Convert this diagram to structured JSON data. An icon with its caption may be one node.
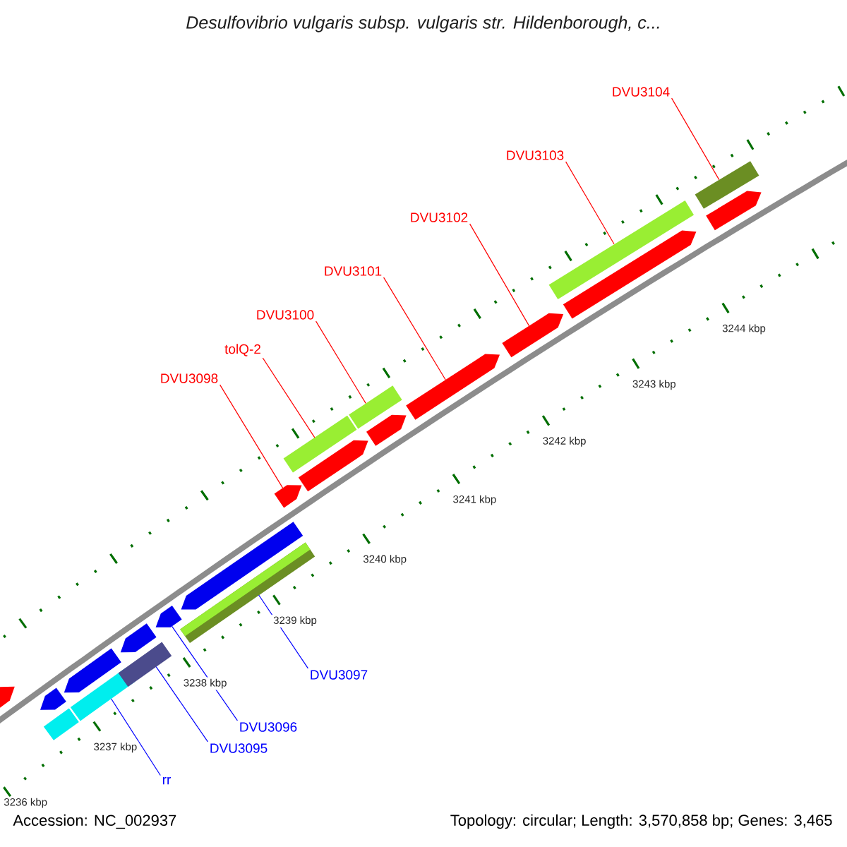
{
  "diagram": {
    "title": "Desulfovibrio vulgaris subsp. vulgaris str. Hildenborough, c...",
    "nodes": [
      {
        "text": [
          "DVU3104"
        ]
      },
      {
        "text": [
          "DVU3103"
        ]
      },
      {
        "text": [
          "DVU3102"
        ]
      },
      {
        "text": [
          "DVU3101"
        ]
      },
      {
        "text": [
          "DVU3100"
        ]
      },
      {
        "text": [
          "tolQ-2"
        ]
      },
      {
        "text": [
          "DVU3098"
        ]
      },
      {
        "text": [
          "DVU3097"
        ]
      },
      {
        "text": [
          "DVU3096"
        ]
      },
      {
        "text": [
          "DVU3095"
        ]
      },
      {
        "text": [
          "rr"
        ]
      },
      {
        "text": [],
        "shape": "bar"
      },
      {
        "text": [],
        "shape": "bar"
      },
      {
        "text": [],
        "shape": "bar"
      },
      {
        "text": [],
        "shape": "bar"
      },
      {
        "text": [],
        "shape": "bar"
      },
      {
        "text": [],
        "shape": "bar"
      },
      {
        "text": [],
        "shape": "bar"
      },
      {
        "text": [],
        "shape": "bar"
      },
      {
        "text": [],
        "shape": "bar"
      },
      {
        "text": [],
        "shape": "bar"
      },
      {
        "text": [],
        "shape": "bar"
      },
      {
        "text": [],
        "shape": "bar"
      },
      {
        "text": [],
        "shape": "bar"
      },
      {
        "text": [],
        "shape": "bar"
      },
      {
        "text": [],
        "shape": "bar"
      },
      {
        "text": [],
        "shape": "bar"
      },
      {
        "text": [],
        "shape": "bar"
      },
      {
        "text": [],
        "shape": "bar"
      },
      {
        "text": [],
        "shape": "bar"
      },
      {
        "text": [],
        "shape": "bar"
      },
      {
        "text": [],
        "shape": "bar"
      }
    ],
    "edges": [
      {
        "from": 0,
        "to": 31,
        "arrow": "none"
      },
      {
        "from": 1,
        "to": 28,
        "arrow": "none"
      },
      {
        "from": 2,
        "to": 27,
        "arrow": "none"
      },
      {
        "from": 3,
        "to": 26,
        "arrow": "none"
      },
      {
        "from": 4,
        "to": 24,
        "arrow": "none"
      },
      {
        "from": 5,
        "to": 22,
        "arrow": "none"
      },
      {
        "from": 6,
        "to": 21,
        "arrow": "none"
      },
      {
        "from": 7,
        "to": 19,
        "arrow": "none",
        "color": "#0000ff"
      },
      {
        "from": 8,
        "to": 18,
        "arrow": "none",
        "color": "#0000ff"
      },
      {
        "from": 9,
        "to": 16,
        "arrow": "none",
        "color": "#0000ff"
      },
      {
        "from": 10,
        "to": 14,
        "arrow": "none",
        "color": "#0000ff"
      }
    ],
    "labels": [
      "3244 kbp",
      "3243 kbp",
      "3242 kbp",
      "3241 kbp",
      "3240 kbp",
      "3239 kbp",
      "3238 kbp",
      "3237 kbp",
      "3236 kbp",
      "Accession: NC_002937",
      "Topology: circular; Length: 3,570,858 bp; Genes: 3,465"
    ]
  }
}
